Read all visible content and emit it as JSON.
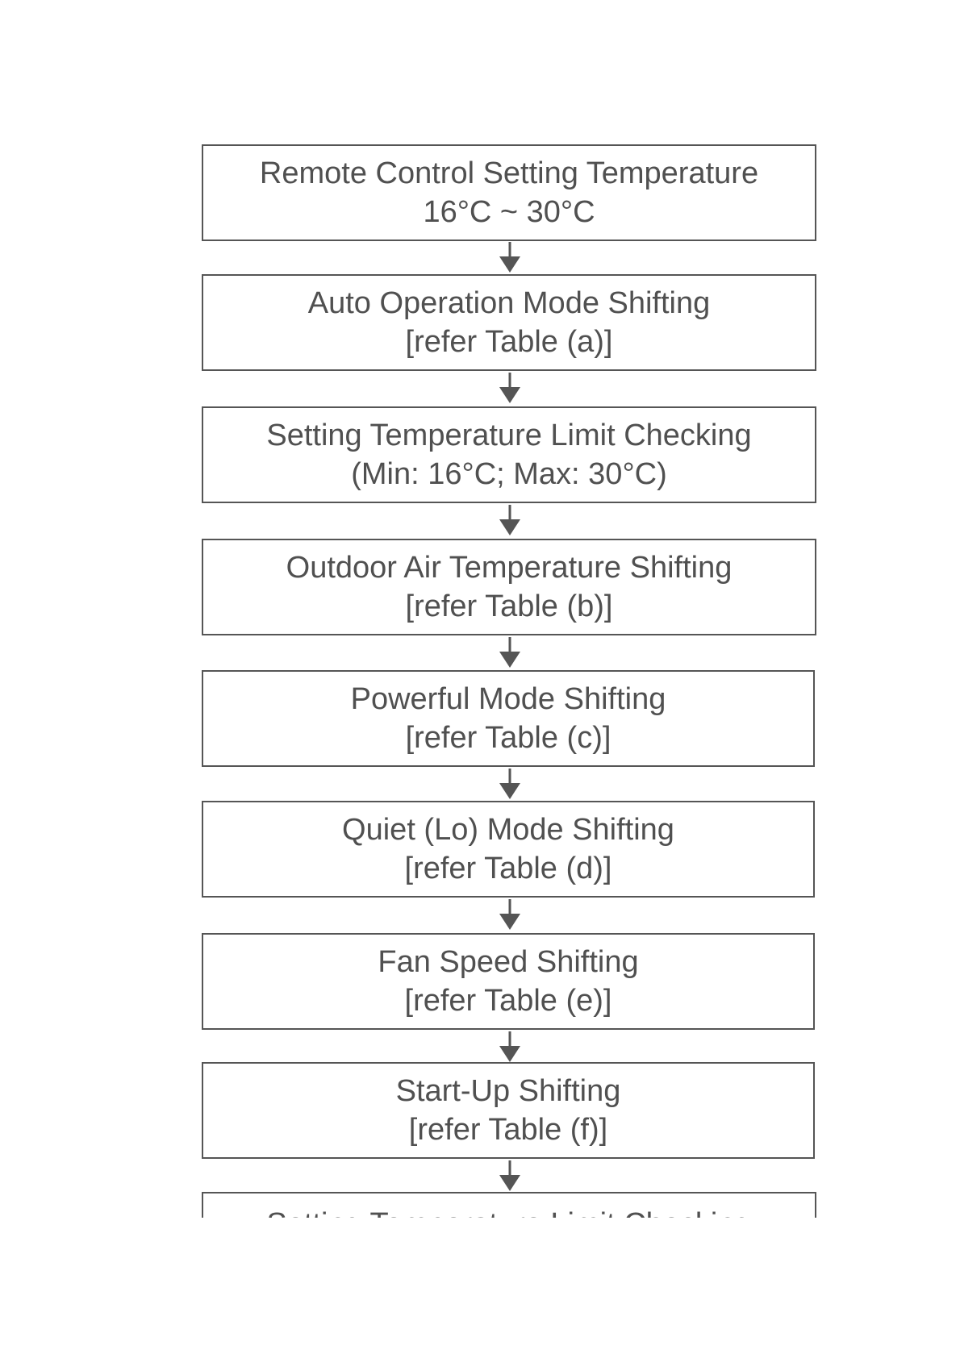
{
  "flowchart": {
    "steps": [
      {
        "line1": "Remote Control Setting Temperature",
        "line2": "16°C ~ 30°C"
      },
      {
        "line1": "Auto Operation Mode Shifting",
        "line2": "[refer Table (a)]"
      },
      {
        "line1": "Setting Temperature Limit Checking",
        "line2": "(Min: 16°C; Max: 30°C)"
      },
      {
        "line1": "Outdoor Air Temperature Shifting",
        "line2": "[refer Table (b)]"
      },
      {
        "line1": "Powerful Mode Shifting",
        "line2": "[refer Table (c)]"
      },
      {
        "line1": "Quiet (Lo) Mode Shifting",
        "line2": "[refer Table (d)]"
      },
      {
        "line1": "Fan Speed Shifting",
        "line2": "[refer Table (e)]"
      },
      {
        "line1": "Start-Up Shifting",
        "line2": "[refer Table (f)]"
      },
      {
        "line1": "Setting Temperature Limit Checking"
      }
    ],
    "colors": {
      "border": "#555555",
      "text": "#505050",
      "arrow": "#555555"
    }
  }
}
